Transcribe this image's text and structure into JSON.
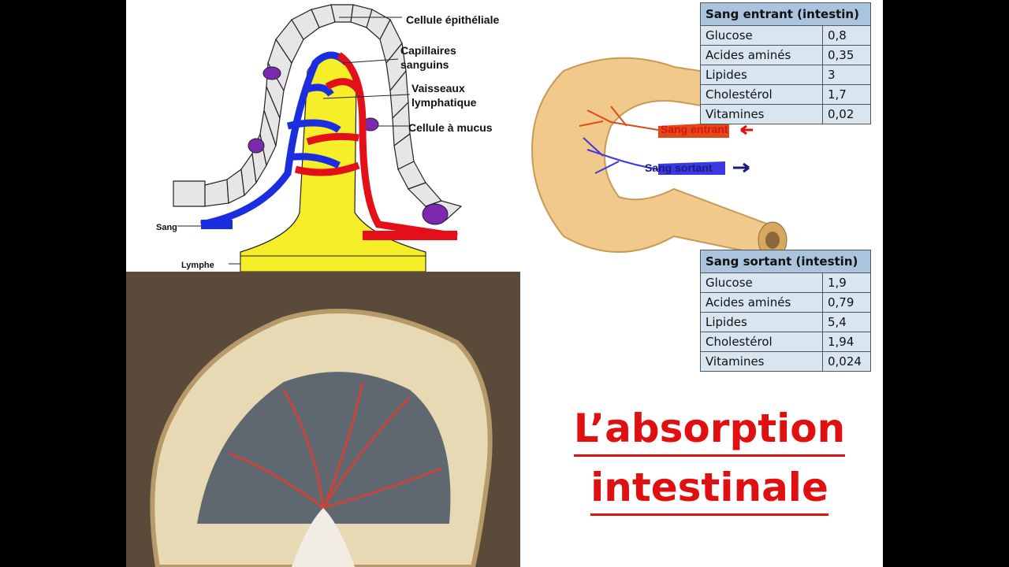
{
  "villus_labels": {
    "epithelial": "Cellule épithéliale",
    "capillaries": "Capillaires\nsanguins",
    "lymph_vessels": "Vaisseaux\nlymphatique",
    "mucus_cell": "Cellule à mucus",
    "blood": "Sang",
    "lymph": "Lymphe"
  },
  "intestine_labels": {
    "blood_in": "Sang entrant",
    "blood_out": "Sang sortant"
  },
  "table_in": {
    "header": "Sang entrant (intestin)",
    "rows": [
      {
        "name": "Glucose",
        "value": "0,8"
      },
      {
        "name": "Acides aminés",
        "value": "0,35"
      },
      {
        "name": "Lipides",
        "value": "3"
      },
      {
        "name": "Cholestérol",
        "value": "1,7"
      },
      {
        "name": "Vitamines",
        "value": "0,02"
      }
    ]
  },
  "table_out": {
    "header": "Sang sortant (intestin)",
    "rows": [
      {
        "name": "Glucose",
        "value": "1,9"
      },
      {
        "name": "Acides aminés",
        "value": "0,79"
      },
      {
        "name": "Lipides",
        "value": "5,4"
      },
      {
        "name": "Cholestérol",
        "value": "1,94"
      },
      {
        "name": "Vitamines",
        "value": "0,024"
      }
    ]
  },
  "title": {
    "line1": "L’absorption",
    "line2": "intestinale"
  },
  "colors": {
    "title": "#e01010",
    "artery": "#e3101a",
    "vein": "#1a2ee0",
    "lymph": "#f7ee2a",
    "table_header": "#a9c4dc",
    "table_body": "#d8e6f1"
  }
}
